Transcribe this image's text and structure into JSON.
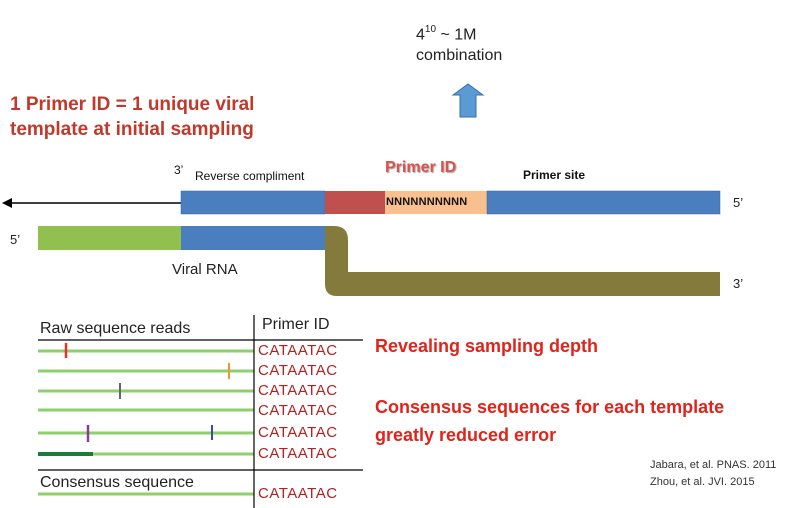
{
  "combination": {
    "base": "4",
    "exponent": "10",
    "rest": " ~ 1M",
    "line2": "combination"
  },
  "headline": {
    "line1": "1 Primer ID = 1 unique viral",
    "line2": "template at initial sampling"
  },
  "strands": {
    "label_3prime_top": "3’",
    "reverse_label": "Reverse compliment",
    "primer_id_label": "Primer ID",
    "nnn": "NNNNNNNNNN",
    "primer_site_label": "Primer site",
    "label_5prime_top": "5’",
    "label_5prime_left": "5’",
    "viral_rna": "Viral RNA",
    "label_3prime_bottom": "3’"
  },
  "reads": {
    "raw_header": "Raw sequence reads",
    "primer_id_header": "Primer ID",
    "codes": [
      "CATAATAC",
      "CATAATAC",
      "CATAATAC",
      "CATAATAC",
      "CATAATAC",
      "CATAATAC"
    ],
    "consensus_header": "Consensus sequence",
    "consensus_code": "CATAATAC"
  },
  "notes": {
    "depth": "Revealing sampling depth",
    "consensus_line1": "Consensus sequences for each template",
    "consensus_line2": "greatly reduced error"
  },
  "citations": [
    "Jabara, et al. PNAS. 2011",
    "Zhou, et al. JVI. 2015"
  ],
  "colors": {
    "blue": "#4a7ebf",
    "red_segment": "#c0504d",
    "peach": "#f9c08f",
    "green": "#92c050",
    "olive": "#847a3c",
    "read_green": "#8ed06b",
    "dark_green": "#1e7a3a",
    "arrow_blue": "#5b9bd5",
    "accent_red": "#e2231a"
  },
  "icons": [
    "up-arrow-icon",
    "left-arrow-icon"
  ]
}
